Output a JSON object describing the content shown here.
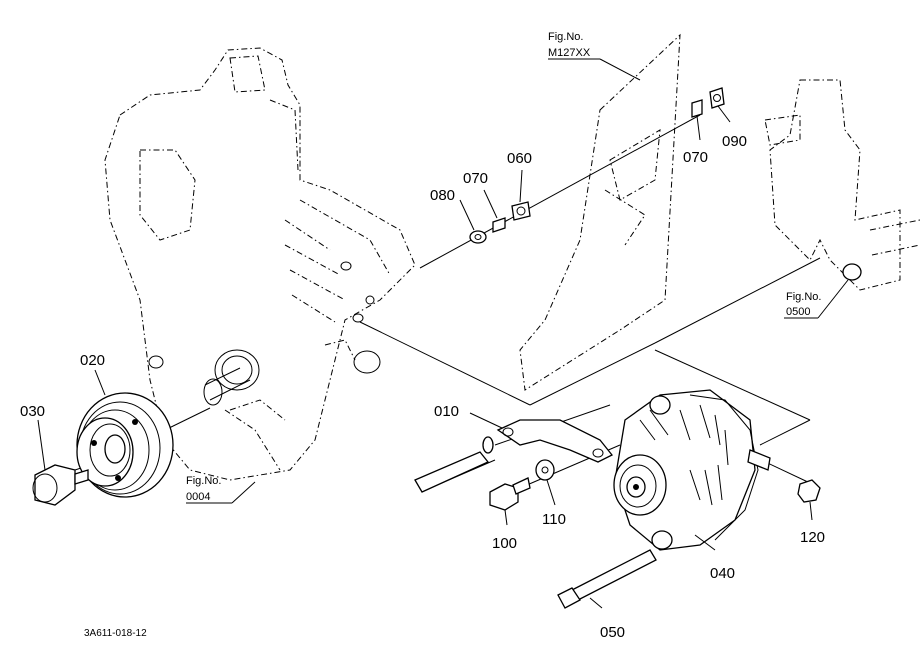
{
  "labels": {
    "p010": "010",
    "p020": "020",
    "p030": "030",
    "p040": "040",
    "p050": "050",
    "p060": "060",
    "p070a": "070",
    "p070b": "070",
    "p080": "080",
    "p090": "090",
    "p100": "100",
    "p110": "110",
    "p120": "120"
  },
  "refs": {
    "fig_top_label": "Fig.No.",
    "fig_top_code": "M127XX",
    "fig_right_label": "Fig.No.",
    "fig_right_code": "0500",
    "fig_left_label": "Fig.No.",
    "fig_left_code": "0004"
  },
  "drawing_code": "3A611-018-12"
}
